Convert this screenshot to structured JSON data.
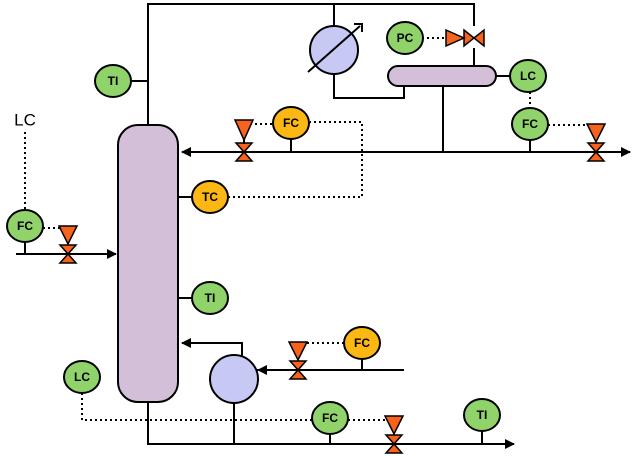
{
  "colors": {
    "green": "#8fd36a",
    "orange": "#fbb713",
    "vessel": "#d3bfd8",
    "equipment": "#c8c8f4",
    "valve": "#f7631c"
  },
  "instruments": {
    "ti_top": "TI",
    "pc": "PC",
    "lc_drum": "LC",
    "fc_reflux": "FC",
    "fc_distillate": "FC",
    "tc": "TC",
    "fc_feed": "FC",
    "ti_mid": "TI",
    "fc_steam": "FC",
    "lc_bottom": "LC",
    "fc_bottoms": "FC",
    "ti_bottoms": "TI"
  },
  "labels": {
    "lc_plain": "LC"
  }
}
